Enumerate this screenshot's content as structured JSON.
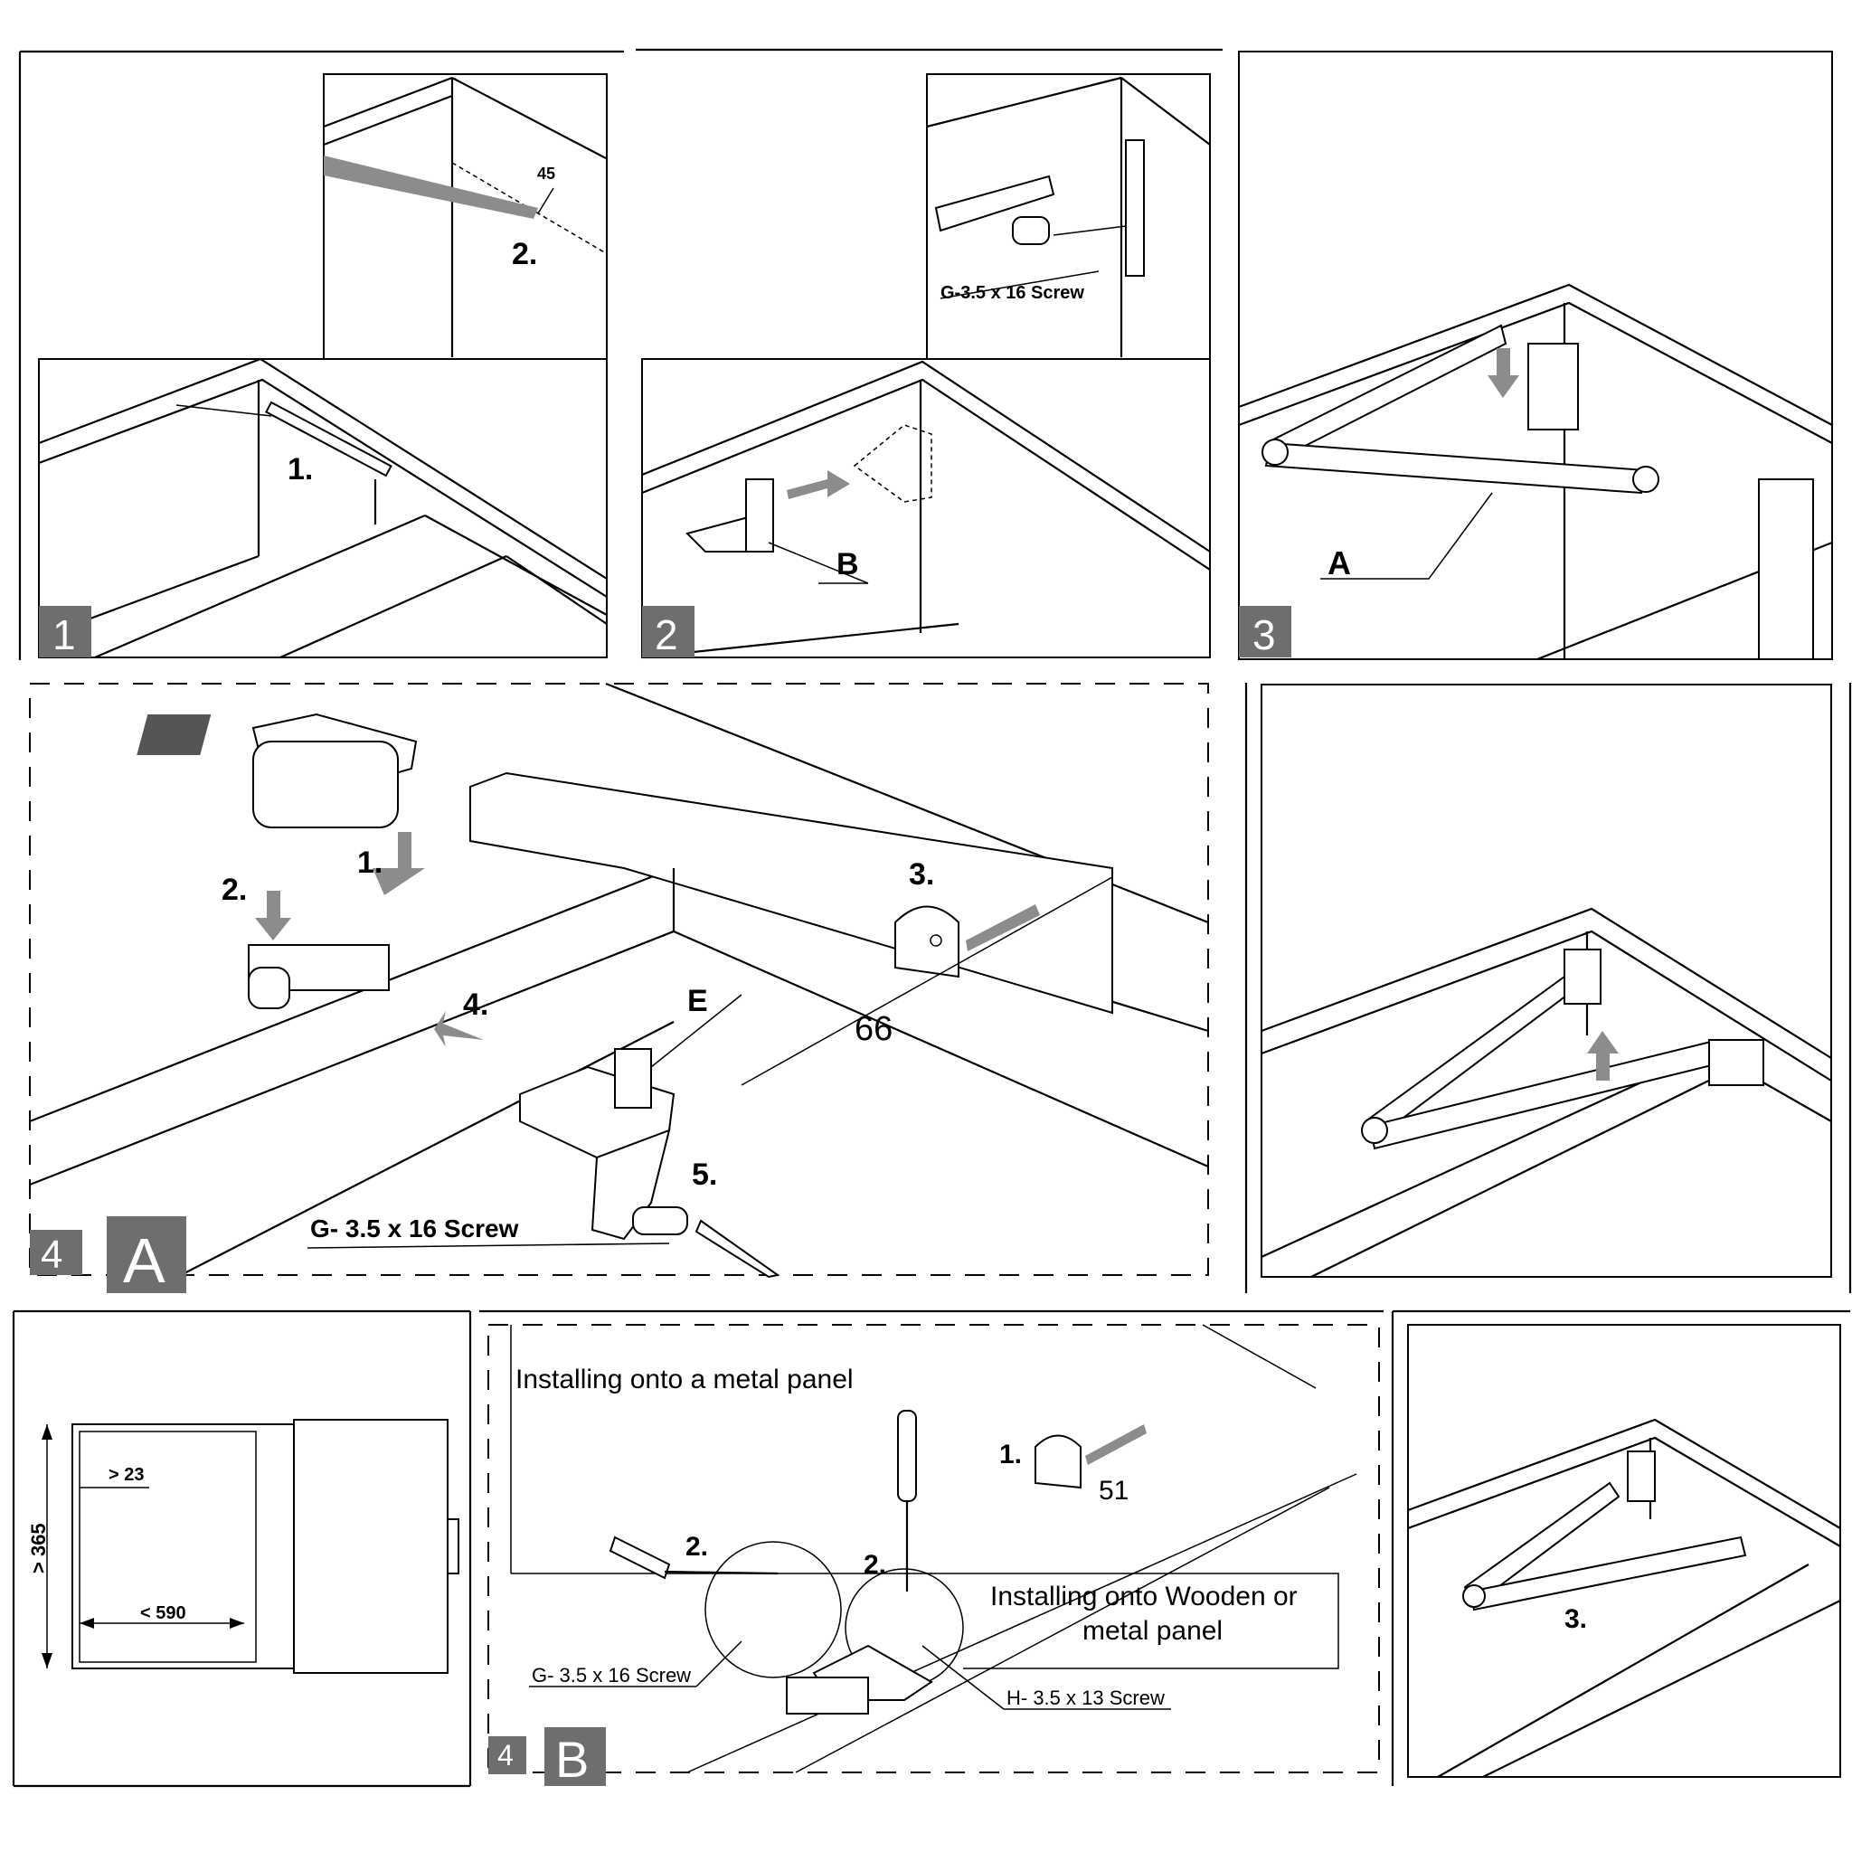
{
  "colors": {
    "badge": "#6e6e6e",
    "arrow": "#8c8c8c",
    "line": "#000000",
    "background": "#ffffff"
  },
  "panels": {
    "p1": {
      "badge": "1",
      "step_1": "1.",
      "step_2": "2.",
      "angle": "45"
    },
    "p2": {
      "badge": "2",
      "screw": "G-3.5 x 16 Screw",
      "part": "B"
    },
    "p3": {
      "badge": "3",
      "part": "A"
    },
    "p4a": {
      "badge": "4",
      "sub": "A",
      "step_1": "1.",
      "step_2": "2.",
      "step_3": "3.",
      "step_4": "4.",
      "step_5": "5.",
      "part": "E",
      "dimension": "66",
      "screw": "G- 3.5 x 16 Screw"
    },
    "p_dim": {
      "min_height": "> 365",
      "min_side": "> 23",
      "max_width": "< 590"
    },
    "p4b": {
      "badge": "4",
      "sub": "B",
      "metal_title": "Installing onto a metal panel",
      "wood_title_1": "Installing onto Wooden or",
      "wood_title_2": "metal panel",
      "step_1": "1.",
      "step_2a": "2.",
      "step_2b": "2.",
      "dimension": "51",
      "screw_g": "G- 3.5 x 16 Screw",
      "screw_h": "H- 3.5 x 13 Screw"
    },
    "p_final": {
      "step_3": "3."
    }
  }
}
